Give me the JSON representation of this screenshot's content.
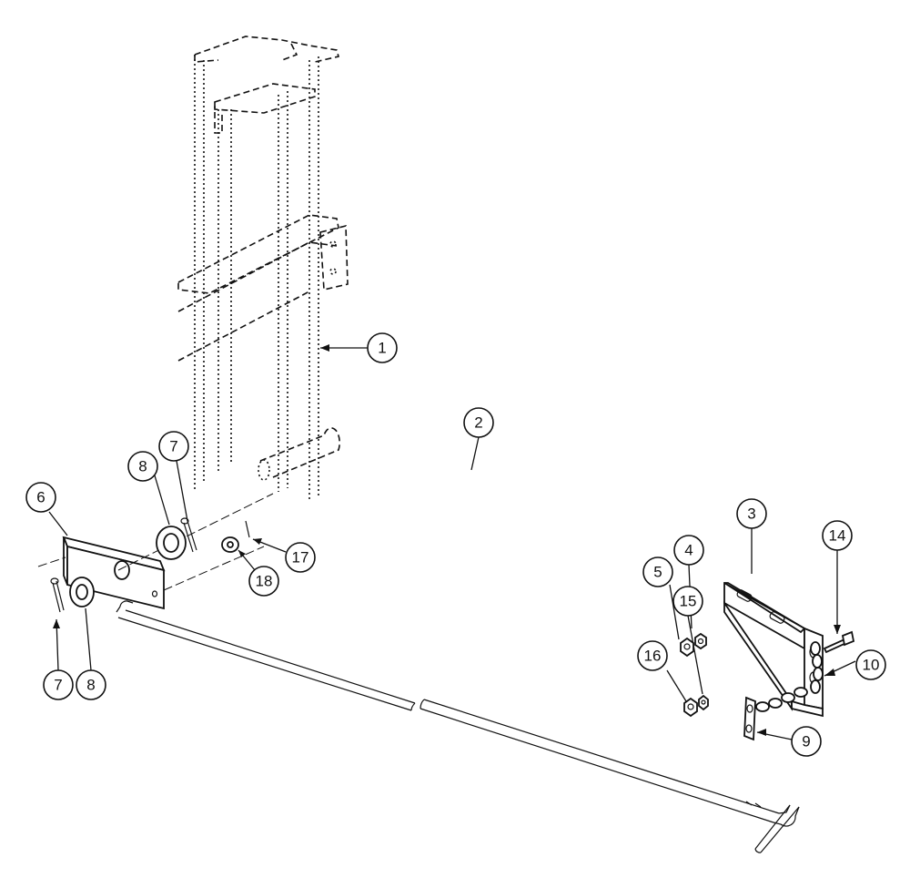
{
  "diagram": {
    "colors": {
      "ink": "#111111",
      "paper": "#ffffff"
    },
    "callouts": [
      {
        "id": "c1",
        "label": "1"
      },
      {
        "id": "c2",
        "label": "2"
      },
      {
        "id": "c3",
        "label": "3"
      },
      {
        "id": "c4",
        "label": "4"
      },
      {
        "id": "c5",
        "label": "5"
      },
      {
        "id": "c6",
        "label": "6"
      },
      {
        "id": "c7a",
        "label": "7"
      },
      {
        "id": "c7b",
        "label": "7"
      },
      {
        "id": "c8a",
        "label": "8"
      },
      {
        "id": "c8b",
        "label": "8"
      },
      {
        "id": "c9",
        "label": "9"
      },
      {
        "id": "c10",
        "label": "10"
      },
      {
        "id": "c14",
        "label": "14"
      },
      {
        "id": "c15",
        "label": "15"
      },
      {
        "id": "c16",
        "label": "16"
      },
      {
        "id": "c17",
        "label": "17"
      },
      {
        "id": "c18",
        "label": "18"
      }
    ]
  }
}
